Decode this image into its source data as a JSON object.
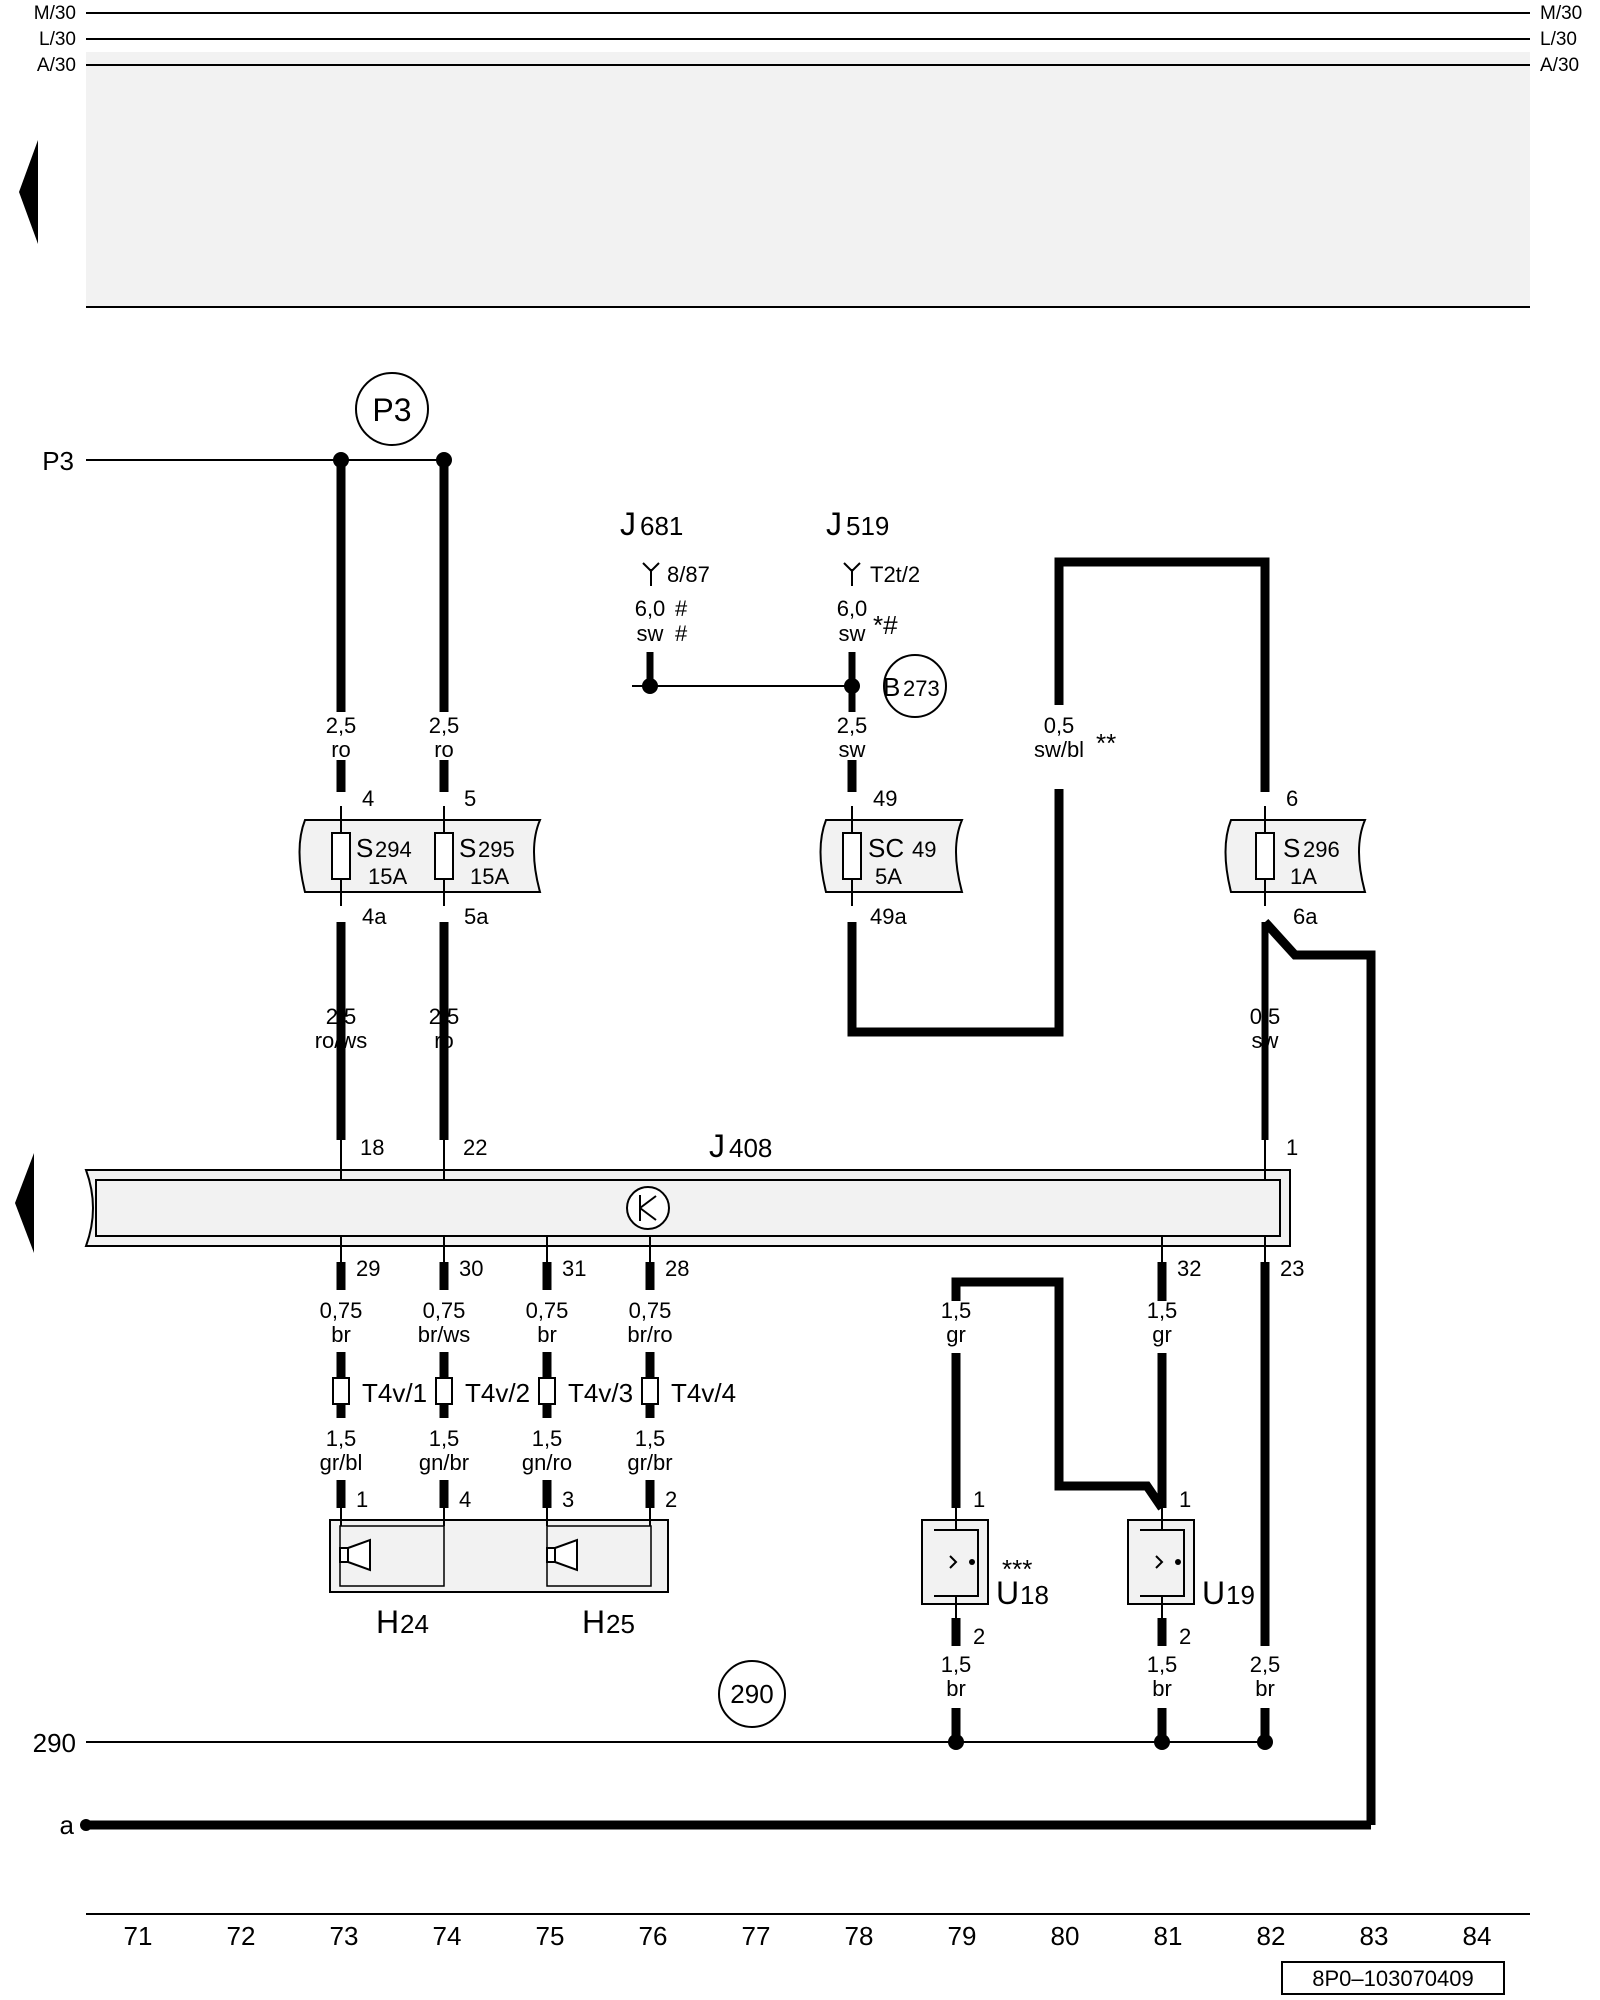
{
  "rails": {
    "top": [
      "M/30",
      "L/30",
      "A/30"
    ],
    "p3": "P3",
    "ground": "290",
    "a": "a"
  },
  "circles": {
    "p3": "P3",
    "b": "B",
    "b_num": "273",
    "g290": "290"
  },
  "components": {
    "j681_letter": "J",
    "j681_num": "681",
    "j519_letter": "J",
    "j519_num": "519",
    "j408_letter": "J",
    "j408_num": "408",
    "s294_letter": "S",
    "s294_num": "294",
    "s294_rating": "15A",
    "s295_letter": "S",
    "s295_num": "295",
    "s295_rating": "15A",
    "sc49_letter": "SC",
    "sc49_num": "49",
    "sc49_rating": "5A",
    "s296_letter": "S",
    "s296_num": "296",
    "s296_rating": "1A",
    "h24_letter": "H",
    "h24_num": "24",
    "h25_letter": "H",
    "h25_num": "25",
    "u18_letter": "U",
    "u18_num": "18",
    "u18_note": "***",
    "u19_letter": "U",
    "u19_num": "19"
  },
  "pins": {
    "j681": "8/87",
    "j519": "T2t/2",
    "p4": "4",
    "p5": "5",
    "p49": "49",
    "p6": "6",
    "p4a": "4a",
    "p5a": "5a",
    "p49a": "49a",
    "p6a": "6a",
    "p18": "18",
    "p22": "22",
    "p1": "1",
    "p29": "29",
    "p30": "30",
    "p31": "31",
    "p28": "28",
    "p32": "32",
    "p23": "23",
    "t4v1": "T4v/1",
    "t4v2": "T4v/2",
    "t4v3": "T4v/3",
    "t4v4": "T4v/4",
    "h1": "1",
    "h4": "4",
    "h3": "3",
    "h2": "2",
    "u18_1": "1",
    "u18_2": "2",
    "u19_1": "1",
    "u19_2": "2"
  },
  "wires": {
    "w73a_size": "2,5",
    "w73a_color": "ro",
    "w74a_size": "2,5",
    "w74a_color": "ro",
    "j681_size": "6,0",
    "j681_color": "sw",
    "j681_mark1": "#",
    "j681_mark2": "#",
    "j519_size": "6,0",
    "j519_color": "sw",
    "j519_mark": "*#",
    "w78_size": "2,5",
    "w78_color": "sw",
    "w80_size": "0,5",
    "w80_color": "sw/bl",
    "w80_mark": "**",
    "w73b_size": "2,5",
    "w73b_color": "ro/ws",
    "w74b_size": "2,5",
    "w74b_color": "ro",
    "w82a_size": "0,5",
    "w82a_color": "sw",
    "w73c_size": "0,75",
    "w73c_color": "br",
    "w74c_size": "0,75",
    "w74c_color": "br/ws",
    "w75c_size": "0,75",
    "w75c_color": "br",
    "w76c_size": "0,75",
    "w76c_color": "br/ro",
    "w79a_size": "1,5",
    "w79a_color": "gr",
    "w81a_size": "1,5",
    "w81a_color": "gr",
    "w73d_size": "1,5",
    "w73d_color": "gr/bl",
    "w74d_size": "1,5",
    "w74d_color": "gn/br",
    "w75d_size": "1,5",
    "w75d_color": "gn/ro",
    "w76d_size": "1,5",
    "w76d_color": "gr/br",
    "w79b_size": "1,5",
    "w79b_color": "br",
    "w81b_size": "1,5",
    "w81b_color": "br",
    "w82b_size": "2,5",
    "w82b_color": "br"
  },
  "grid": [
    "71",
    "72",
    "73",
    "74",
    "75",
    "76",
    "77",
    "78",
    "79",
    "80",
    "81",
    "82",
    "83",
    "84"
  ],
  "doc_id": "8P0–103070409"
}
